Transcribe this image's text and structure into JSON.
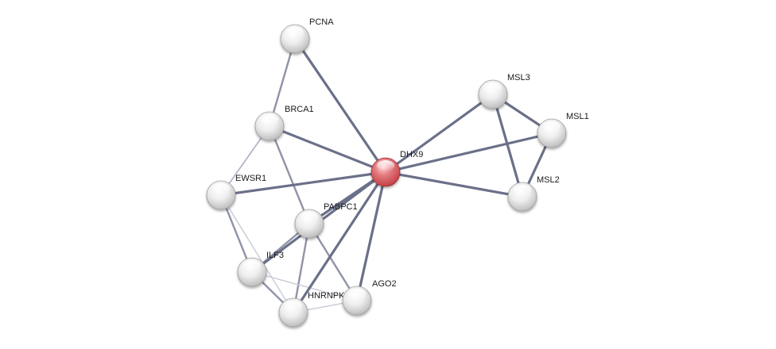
{
  "network": {
    "center": "DHX9",
    "nodes": [
      {
        "id": "PCNA",
        "label": "PCNA",
        "query": false
      },
      {
        "id": "BRCA1",
        "label": "BRCA1",
        "query": false
      },
      {
        "id": "EWSR1",
        "label": "EWSR1",
        "query": false
      },
      {
        "id": "PABPC1",
        "label": "PABPC1",
        "query": false
      },
      {
        "id": "ILF3",
        "label": "ILF3",
        "query": false
      },
      {
        "id": "HNRNPK",
        "label": "HNRNPK",
        "query": false
      },
      {
        "id": "AGO2",
        "label": "AGO2",
        "query": false
      },
      {
        "id": "DHX9",
        "label": "DHX9",
        "query": true
      },
      {
        "id": "MSL3",
        "label": "MSL3",
        "query": false
      },
      {
        "id": "MSL1",
        "label": "MSL1",
        "query": false
      },
      {
        "id": "MSL2",
        "label": "MSL2",
        "query": false
      }
    ],
    "edges": [
      {
        "source": "PCNA",
        "target": "DHX9",
        "strength": "strong"
      },
      {
        "source": "PCNA",
        "target": "BRCA1",
        "strength": "medium"
      },
      {
        "source": "BRCA1",
        "target": "DHX9",
        "strength": "strong"
      },
      {
        "source": "BRCA1",
        "target": "EWSR1",
        "strength": "weak"
      },
      {
        "source": "BRCA1",
        "target": "PABPC1",
        "strength": "medium"
      },
      {
        "source": "EWSR1",
        "target": "DHX9",
        "strength": "strong"
      },
      {
        "source": "EWSR1",
        "target": "ILF3",
        "strength": "medium"
      },
      {
        "source": "EWSR1",
        "target": "HNRNPK",
        "strength": "light"
      },
      {
        "source": "PABPC1",
        "target": "DHX9",
        "strength": "strong"
      },
      {
        "source": "PABPC1",
        "target": "ILF3",
        "strength": "medium"
      },
      {
        "source": "PABPC1",
        "target": "HNRNPK",
        "strength": "medium"
      },
      {
        "source": "PABPC1",
        "target": "AGO2",
        "strength": "medium"
      },
      {
        "source": "ILF3",
        "target": "DHX9",
        "strength": "strong"
      },
      {
        "source": "ILF3",
        "target": "HNRNPK",
        "strength": "medium"
      },
      {
        "source": "ILF3",
        "target": "AGO2",
        "strength": "light"
      },
      {
        "source": "HNRNPK",
        "target": "DHX9",
        "strength": "strong"
      },
      {
        "source": "HNRNPK",
        "target": "AGO2",
        "strength": "light"
      },
      {
        "source": "AGO2",
        "target": "DHX9",
        "strength": "strong"
      },
      {
        "source": "DHX9",
        "target": "MSL3",
        "strength": "strong"
      },
      {
        "source": "DHX9",
        "target": "MSL1",
        "strength": "strong"
      },
      {
        "source": "DHX9",
        "target": "MSL2",
        "strength": "strong"
      },
      {
        "source": "MSL3",
        "target": "MSL1",
        "strength": "strong"
      },
      {
        "source": "MSL3",
        "target": "MSL2",
        "strength": "strong"
      },
      {
        "source": "MSL1",
        "target": "MSL2",
        "strength": "strong"
      }
    ]
  },
  "colors": {
    "query_node": "#d9555a",
    "node": "#e6e6e6",
    "edge_strong": "#6b7089",
    "edge_medium": "#8f93a8",
    "edge_weak": "#b4b6c6",
    "edge_light": "#c9cad6"
  }
}
